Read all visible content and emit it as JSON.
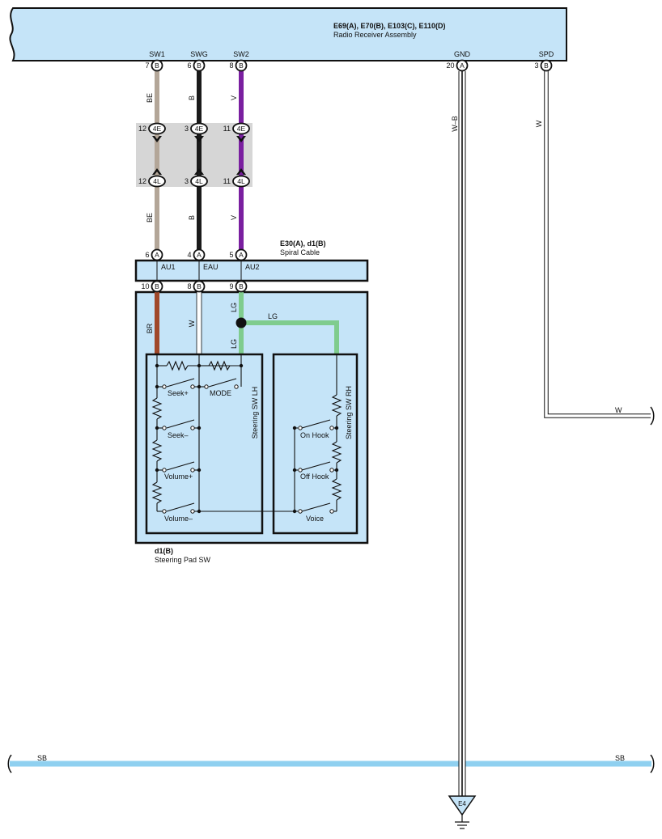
{
  "radio": {
    "title": "E69(A), E70(B), E103(C), E110(D)",
    "name": "Radio Receiver Assembly",
    "terminals": {
      "sw1": {
        "label": "SW1",
        "num": "7",
        "conn": "B"
      },
      "swg": {
        "label": "SWG",
        "num": "6",
        "conn": "B"
      },
      "sw2": {
        "label": "SW2",
        "num": "8",
        "conn": "B"
      },
      "gnd": {
        "label": "GND",
        "num": "20",
        "conn": "A"
      },
      "spd": {
        "label": "SPD",
        "num": "3",
        "conn": "B"
      }
    }
  },
  "wires": {
    "be": "BE",
    "b": "B",
    "v": "V",
    "wb": "W–B",
    "w": "W",
    "br": "BR",
    "lg": "LG",
    "sb": "SB"
  },
  "junction": {
    "top": [
      {
        "num": "12",
        "conn": "4E"
      },
      {
        "num": "3",
        "conn": "4E"
      },
      {
        "num": "11",
        "conn": "4E"
      }
    ],
    "bottom": [
      {
        "num": "12",
        "conn": "4L"
      },
      {
        "num": "3",
        "conn": "4L"
      },
      {
        "num": "11",
        "conn": "4L"
      }
    ]
  },
  "spiral": {
    "title": "E30(A), d1(B)",
    "name": "Spiral Cable",
    "top": [
      {
        "num": "6",
        "conn": "A"
      },
      {
        "num": "4",
        "conn": "A"
      },
      {
        "num": "5",
        "conn": "A"
      }
    ],
    "labels": [
      "AU1",
      "EAU",
      "AU2"
    ],
    "bottom": [
      {
        "num": "10",
        "conn": "B"
      },
      {
        "num": "8",
        "conn": "B"
      },
      {
        "num": "9",
        "conn": "B"
      }
    ]
  },
  "steering": {
    "title": "d1(B)",
    "name": "Steering Pad SW",
    "lh_label": "Steering SW LH",
    "rh_label": "Steering SW RH",
    "switches": {
      "seek_plus": "Seek+",
      "mode": "MODE",
      "seek_minus": "Seek–",
      "volume_plus": "Volume+",
      "volume_minus": "Volume–",
      "on_hook": "On Hook",
      "off_hook": "Off Hook",
      "voice": "Voice"
    }
  },
  "ground": {
    "label": "E4"
  },
  "colors": {
    "component_fill": "#c5e4f8",
    "wire_be": "#b3a698",
    "wire_b": "#1a1a1a",
    "wire_v": "#7a1fa0",
    "wire_br": "#a0482a",
    "wire_lg": "#7fcc8e",
    "wire_sb": "#8fd0f0",
    "junction_fill": "#d6d6d6"
  }
}
